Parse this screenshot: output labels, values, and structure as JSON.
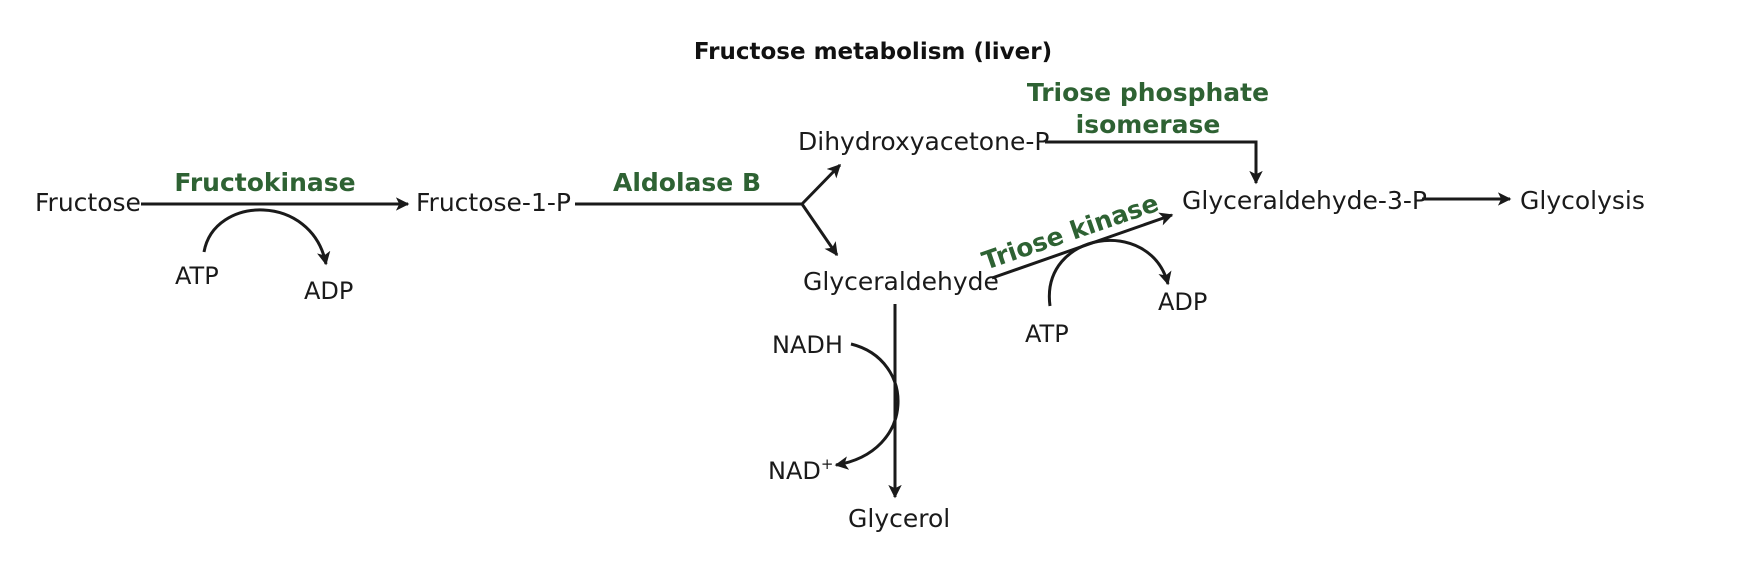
{
  "title": "Fructose metabolism (liver)",
  "metabolites": {
    "fructose": "Fructose",
    "fructose_1_p": "Fructose-1-P",
    "dhap": "Dihydroxyacetone-P",
    "glyceraldehyde": "Glyceraldehyde",
    "g3p": "Glyceraldehyde-3-P",
    "glycolysis": "Glycolysis",
    "glycerol": "Glycerol"
  },
  "enzymes": {
    "fructokinase": "Fructokinase",
    "aldolase_b": "Aldolase B",
    "tpi_line1": "Triose phosphate",
    "tpi_line2": "isomerase",
    "triose_kinase": "Triose kinase"
  },
  "cofactors": {
    "atp_1": "ATP",
    "adp_1": "ADP",
    "atp_2": "ATP",
    "adp_2": "ADP",
    "nadh": "NADH",
    "nad": "NAD",
    "nad_superscript": "+"
  },
  "colors": {
    "enzyme": "#2e6233",
    "line": "#1a1a1a",
    "background": "#ffffff"
  }
}
